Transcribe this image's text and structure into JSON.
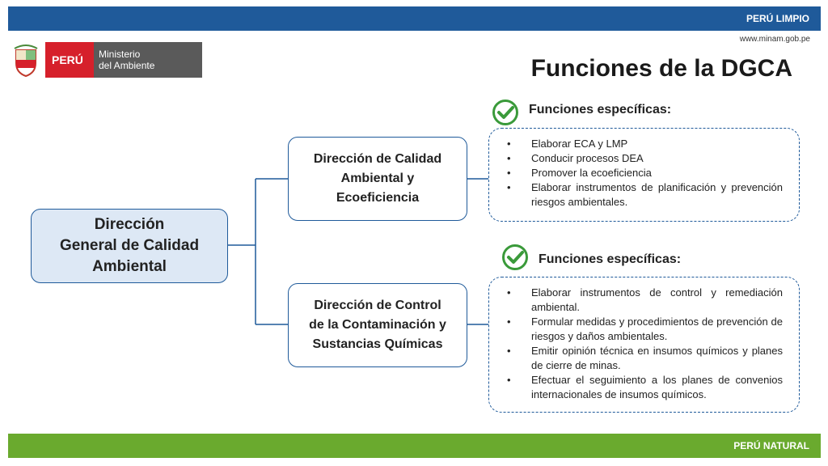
{
  "header": {
    "band_label": "PERÚ LIMPIO",
    "website": "www.minam.gob.pe"
  },
  "logo": {
    "country": "PERÚ",
    "ministry_line1": "Ministerio",
    "ministry_line2": "del Ambiente"
  },
  "title": "Funciones de la DGCA",
  "root": {
    "label": "Dirección\nGeneral de Calidad\nAmbiental"
  },
  "branches": [
    {
      "label": "Dirección de Calidad\nAmbiental y\nEcoeficiencia",
      "functions_title": "Funciones específicas:",
      "functions": [
        "Elaborar ECA y LMP",
        "Conducir procesos DEA",
        "Promover la ecoeficiencia",
        "Elaborar instrumentos de planificación y prevención riesgos ambientales."
      ]
    },
    {
      "label": "Dirección de Control\nde la Contaminación y\nSustancias Químicas",
      "functions_title": "Funciones específicas:",
      "functions": [
        "Elaborar instrumentos de control y remediación ambiental.",
        "Formular medidas y procedimientos de prevención de riesgos y daños ambientales.",
        "Emitir opinión técnica en insumos químicos y planes de cierre de minas.",
        "Efectuar el seguimiento a los planes de convenios internacionales de insumos químicos."
      ]
    }
  ],
  "footer": {
    "band_label": "PERÚ NATURAL"
  },
  "colors": {
    "brand_blue": "#1f5a9a",
    "brand_green": "#6aaa2e",
    "brand_red": "#d6202b",
    "check_green": "#3a9a3a"
  }
}
